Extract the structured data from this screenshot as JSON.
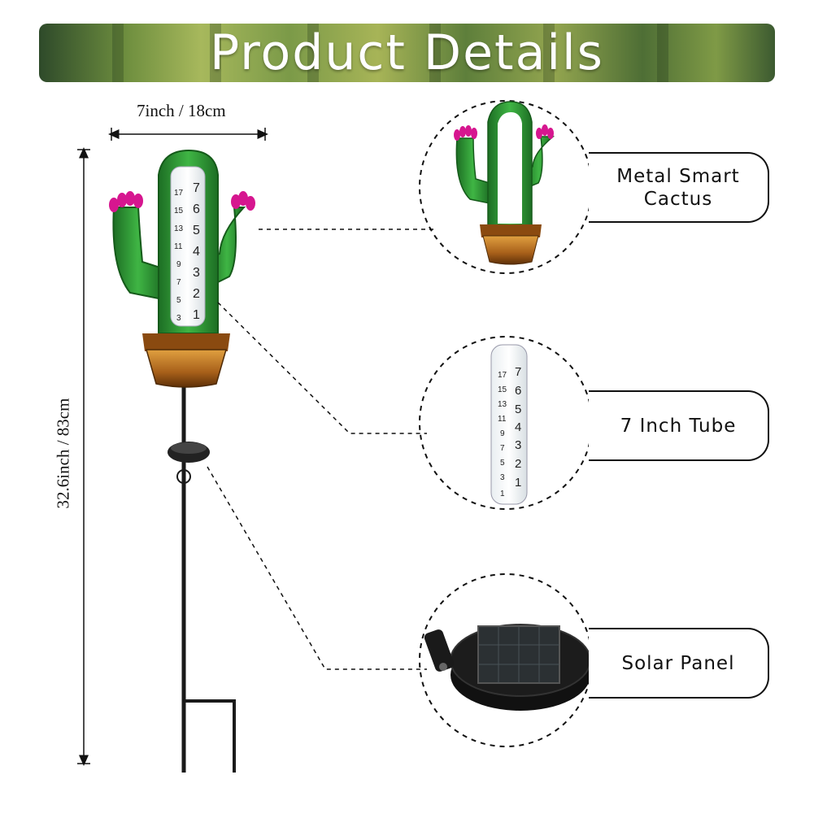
{
  "banner": {
    "title": "Product Details"
  },
  "dimensions": {
    "width_label": "7inch / 18cm",
    "height_label": "32.6inch / 83cm"
  },
  "callouts": [
    {
      "label": "Metal Smart\nCactus",
      "line1": "Metal Smart",
      "line2": "Cactus"
    },
    {
      "label": "7 Inch Tube"
    },
    {
      "label": "Solar Panel"
    }
  ],
  "gauge": {
    "left_scale": [
      "17",
      "15",
      "13",
      "11",
      "9",
      "7",
      "5",
      "3",
      "1"
    ],
    "right_scale": [
      "7",
      "6",
      "5",
      "4",
      "3",
      "2",
      "1"
    ]
  },
  "colors": {
    "cactus_green": "#2f9a35",
    "flower_pink": "#d6168f",
    "pot_brown": "#b86a17",
    "stake_black": "#1a1a1a"
  }
}
